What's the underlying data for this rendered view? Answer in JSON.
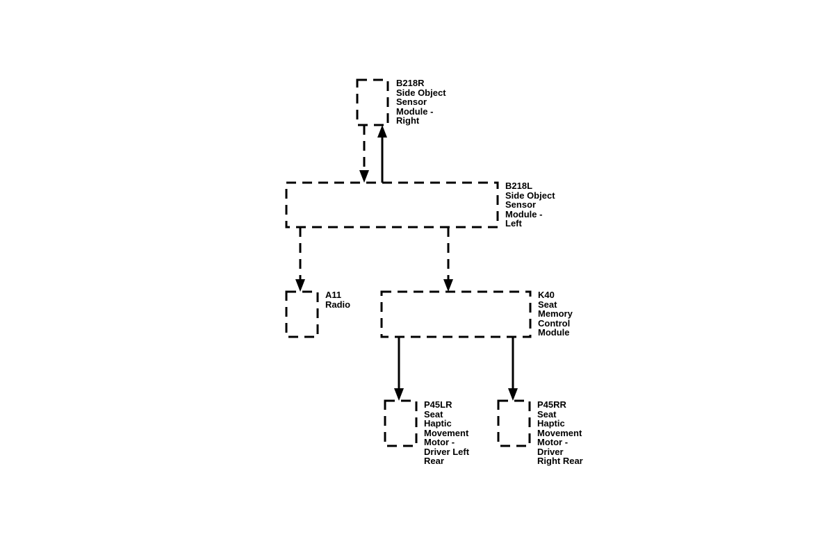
{
  "diagram": {
    "line_color": "#000000",
    "background": "#ffffff",
    "modules": {
      "b218r": {
        "id": "B218R",
        "lines": [
          "Side Object",
          "Sensor",
          "Module -",
          "Right"
        ]
      },
      "b218l": {
        "id": "B218L",
        "lines": [
          "Side Object",
          "Sensor",
          "Module -",
          "Left"
        ]
      },
      "a11": {
        "id": "A11",
        "lines": [
          "Radio"
        ]
      },
      "k40": {
        "id": "K40",
        "lines": [
          "Seat",
          "Memory",
          "Control",
          "Module"
        ]
      },
      "p45lr": {
        "id": "P45LR",
        "lines": [
          "Seat",
          "Haptic",
          "Movement",
          "Motor -",
          "Driver Left",
          "Rear"
        ]
      },
      "p45rr": {
        "id": "P45RR",
        "lines": [
          "Seat",
          "Haptic",
          "Movement",
          "Motor -",
          "Driver",
          "Right Rear"
        ]
      }
    },
    "connections": [
      {
        "from": "B218R",
        "to": "B218L",
        "style": "dashed"
      },
      {
        "from": "B218L",
        "to": "B218R",
        "style": "solid"
      },
      {
        "from": "B218L",
        "to": "A11",
        "style": "dashed"
      },
      {
        "from": "B218L",
        "to": "K40",
        "style": "dashed"
      },
      {
        "from": "K40",
        "to": "P45LR",
        "style": "solid"
      },
      {
        "from": "K40",
        "to": "P45RR",
        "style": "solid"
      }
    ]
  }
}
